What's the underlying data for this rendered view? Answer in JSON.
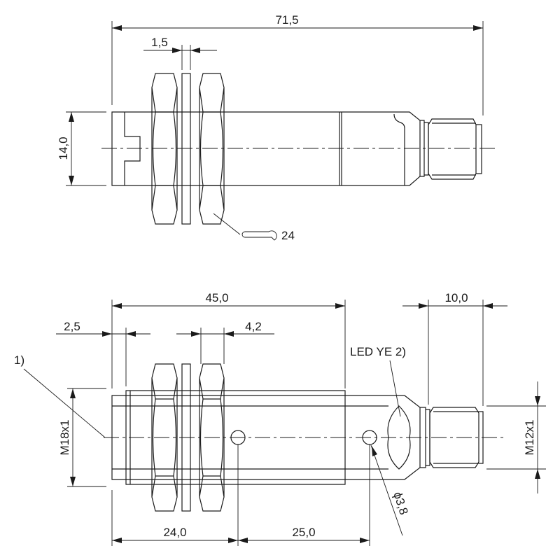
{
  "top_view": {
    "overall_length": "71,5",
    "washer_thickness": "1,5",
    "diameter": "14,0",
    "wrench_size": "24",
    "wrench_icon": "wrench-icon"
  },
  "bottom_view": {
    "thread_length": "45,0",
    "connector_length": "10,0",
    "front_offset": "2,5",
    "nut_width": "4,2",
    "note_1": "1)",
    "led_label": "LED YE 2)",
    "thread_m18": "M18x1",
    "thread_m12": "M12x1",
    "hole_distance_1": "24,0",
    "hole_distance_2": "25,0",
    "hole_diameter": "ϕ3,8"
  }
}
